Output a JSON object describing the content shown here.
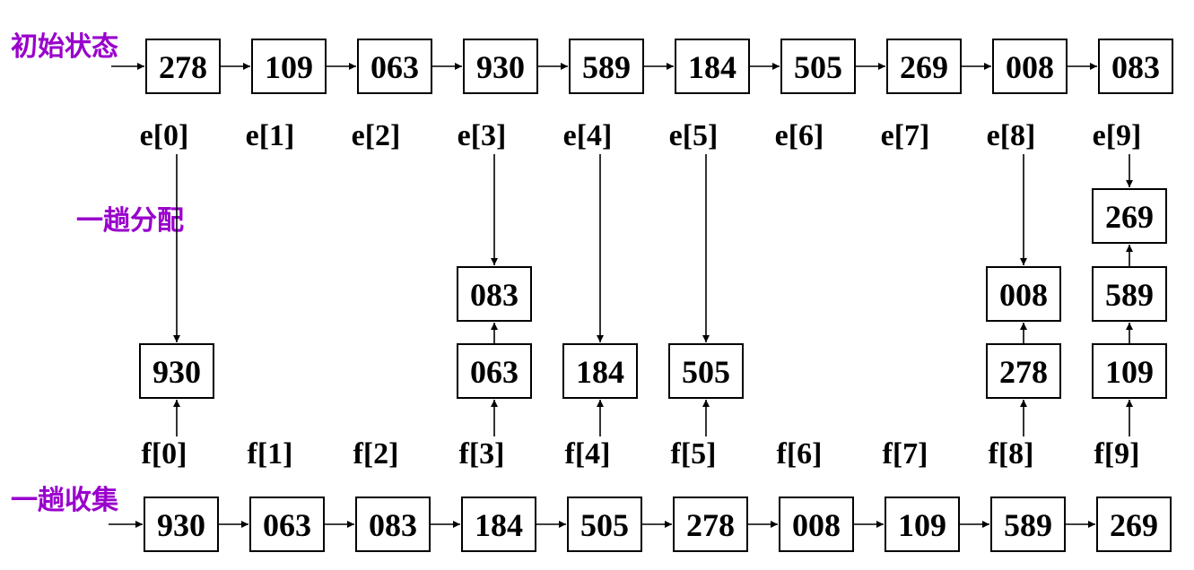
{
  "labels": {
    "initial": "初始状态",
    "distribute": "一趟分配",
    "collect": "一趟收集"
  },
  "initial_list": [
    "278",
    "109",
    "063",
    "930",
    "589",
    "184",
    "505",
    "269",
    "008",
    "083"
  ],
  "e_labels": [
    "e[0]",
    "e[1]",
    "e[2]",
    "e[3]",
    "e[4]",
    "e[5]",
    "e[6]",
    "e[7]",
    "e[8]",
    "e[9]"
  ],
  "f_labels": [
    "f[0]",
    "f[1]",
    "f[2]",
    "f[3]",
    "f[4]",
    "f[5]",
    "f[6]",
    "f[7]",
    "f[8]",
    "f[9]"
  ],
  "buckets": [
    [
      "930"
    ],
    [],
    [],
    [
      "063",
      "083"
    ],
    [
      "184"
    ],
    [
      "505"
    ],
    [],
    [],
    [
      "278",
      "008"
    ],
    [
      "109",
      "589",
      "269"
    ]
  ],
  "collected_list": [
    "930",
    "063",
    "083",
    "184",
    "505",
    "278",
    "008",
    "109",
    "589",
    "269"
  ],
  "colors": {
    "label": "#9900cc",
    "stroke": "#000000"
  }
}
